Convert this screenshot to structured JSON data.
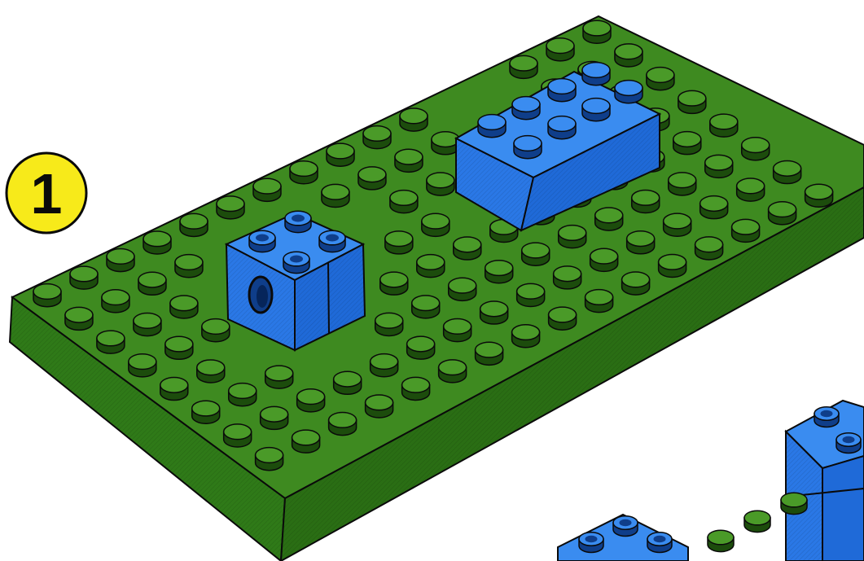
{
  "step": {
    "number": "1"
  },
  "colors": {
    "plate_top": "#3e8a20",
    "plate_side": "#2f7a18",
    "plate_front": "#2a6e14",
    "stud_top": "#4a9a28",
    "stud_side": "#1c4c0c",
    "brick_top": "#3a8cf0",
    "brick_side": "#2a78e6",
    "brick_dark": "#1658b8",
    "stud_blue_top": "#2a78e6",
    "stud_blue_side": "#0f3e8a",
    "badge_fill": "#f7ea1a",
    "outline": "#0a0a0a"
  },
  "scene": {
    "baseplate": {
      "color": "green",
      "studs_long": 16,
      "studs_short": 8
    },
    "bricks": [
      {
        "name": "technic-brick-2x2-with-hole",
        "color": "blue"
      },
      {
        "name": "brick-2x4",
        "color": "blue"
      },
      {
        "name": "partial-next-step-bricks",
        "color": "blue"
      }
    ]
  }
}
